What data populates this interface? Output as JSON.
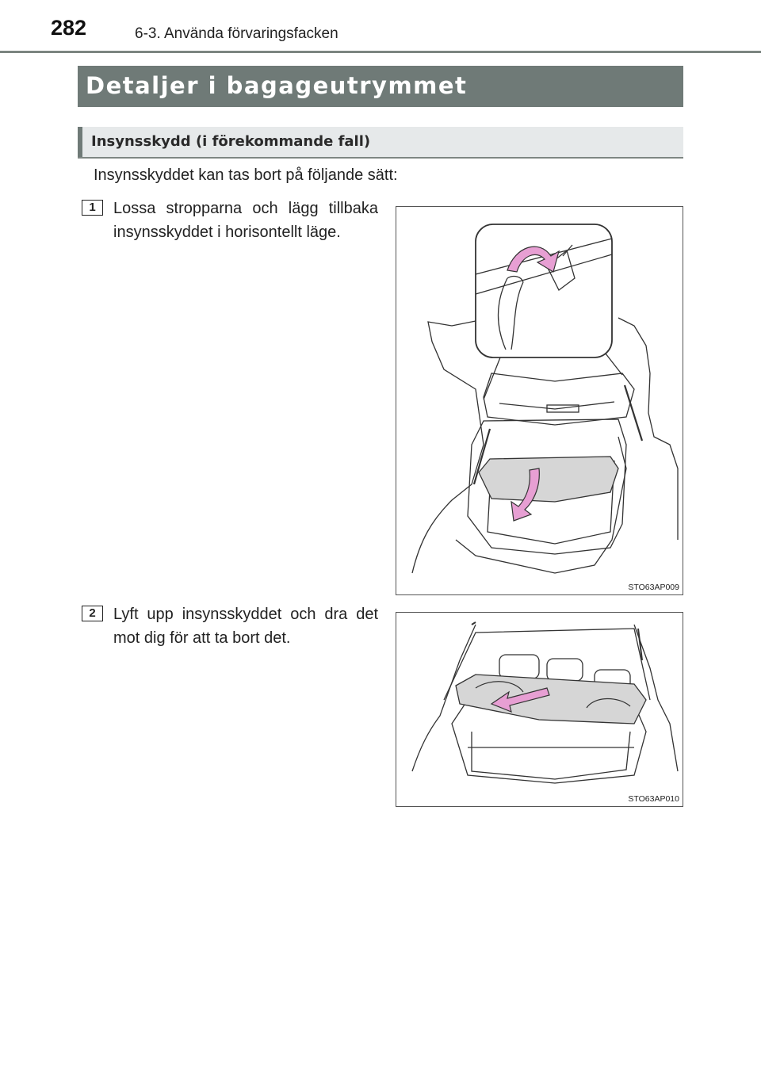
{
  "header": {
    "page_number": "282",
    "section": "6-3. Använda förvaringsfacken"
  },
  "heading": "Detaljer i bagageutrymmet",
  "subheading": "Insynsskydd (i förekommande fall)",
  "intro": "Insynsskyddet kan tas bort på följande sätt:",
  "steps": [
    {
      "number": "1",
      "text": "Lossa stropparna och lägg till­baka insynsskyddet i horison­tellt läge.",
      "figure_code": "STO63AP009"
    },
    {
      "number": "2",
      "text": "Lyft upp insynsskyddet och dra det mot dig för att ta bort det.",
      "figure_code": "STO63AP010"
    }
  ],
  "colors": {
    "heading_bar": "#6f7a77",
    "sub_bar": "#e6e9ea",
    "arrow_pink": "#e79fd3"
  }
}
